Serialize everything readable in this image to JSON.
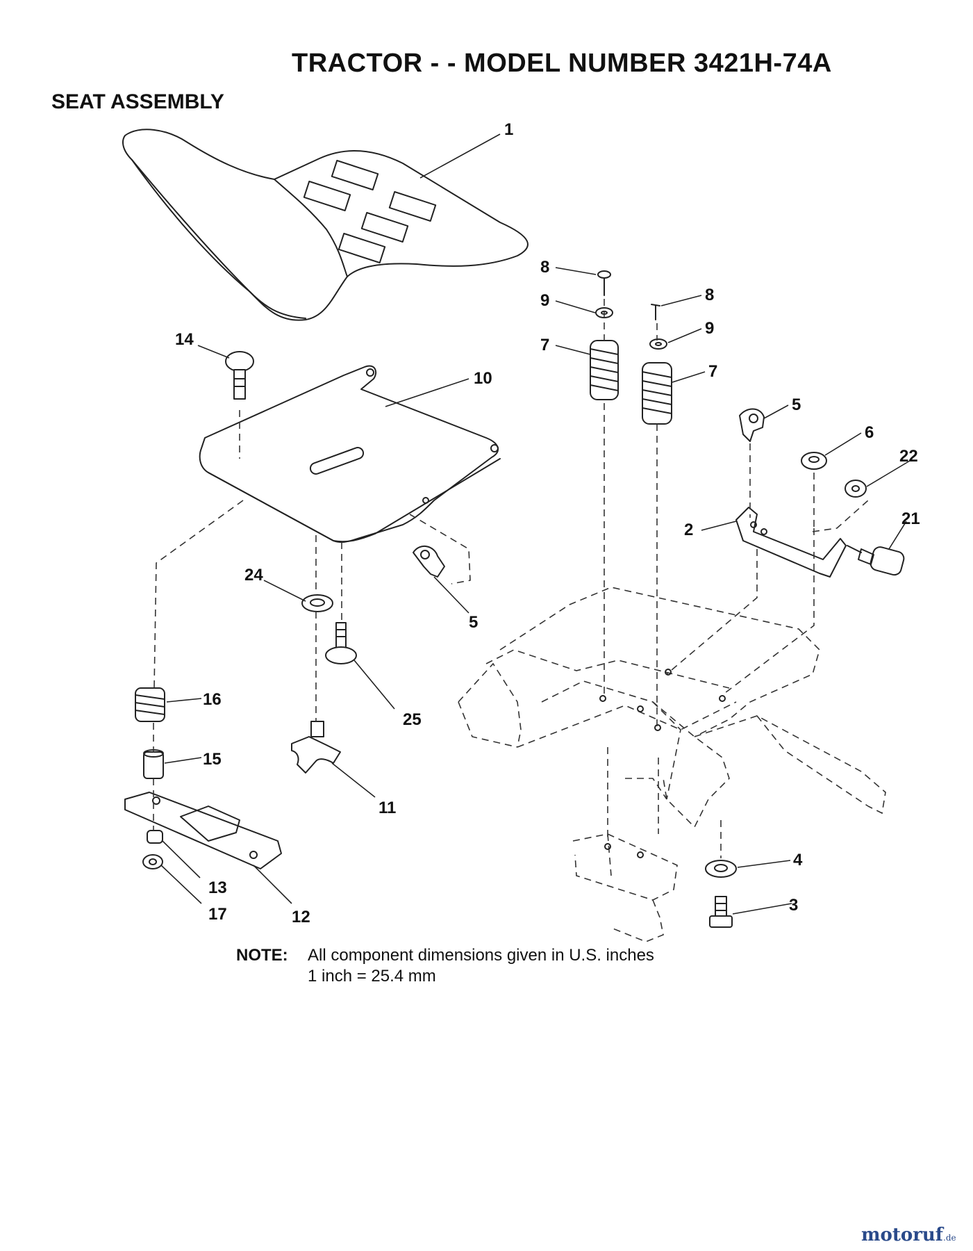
{
  "header": {
    "title": "TRACTOR - - MODEL NUMBER 3421H-74A",
    "subtitle": "SEAT ASSEMBLY"
  },
  "callouts": [
    "1",
    "8",
    "9",
    "8",
    "9",
    "7",
    "7",
    "14",
    "10",
    "5",
    "6",
    "22",
    "2",
    "21",
    "24",
    "5",
    "16",
    "25",
    "15",
    "11",
    "4",
    "3",
    "13",
    "17",
    "12"
  ],
  "note": {
    "label": "NOTE:",
    "line1": "All component dimensions given in U.S. inches",
    "line2": "1 inch = 25.4 mm"
  },
  "watermark": {
    "brand": "motoruf",
    "suffix": ".de",
    "color": "#2a4a8a"
  }
}
